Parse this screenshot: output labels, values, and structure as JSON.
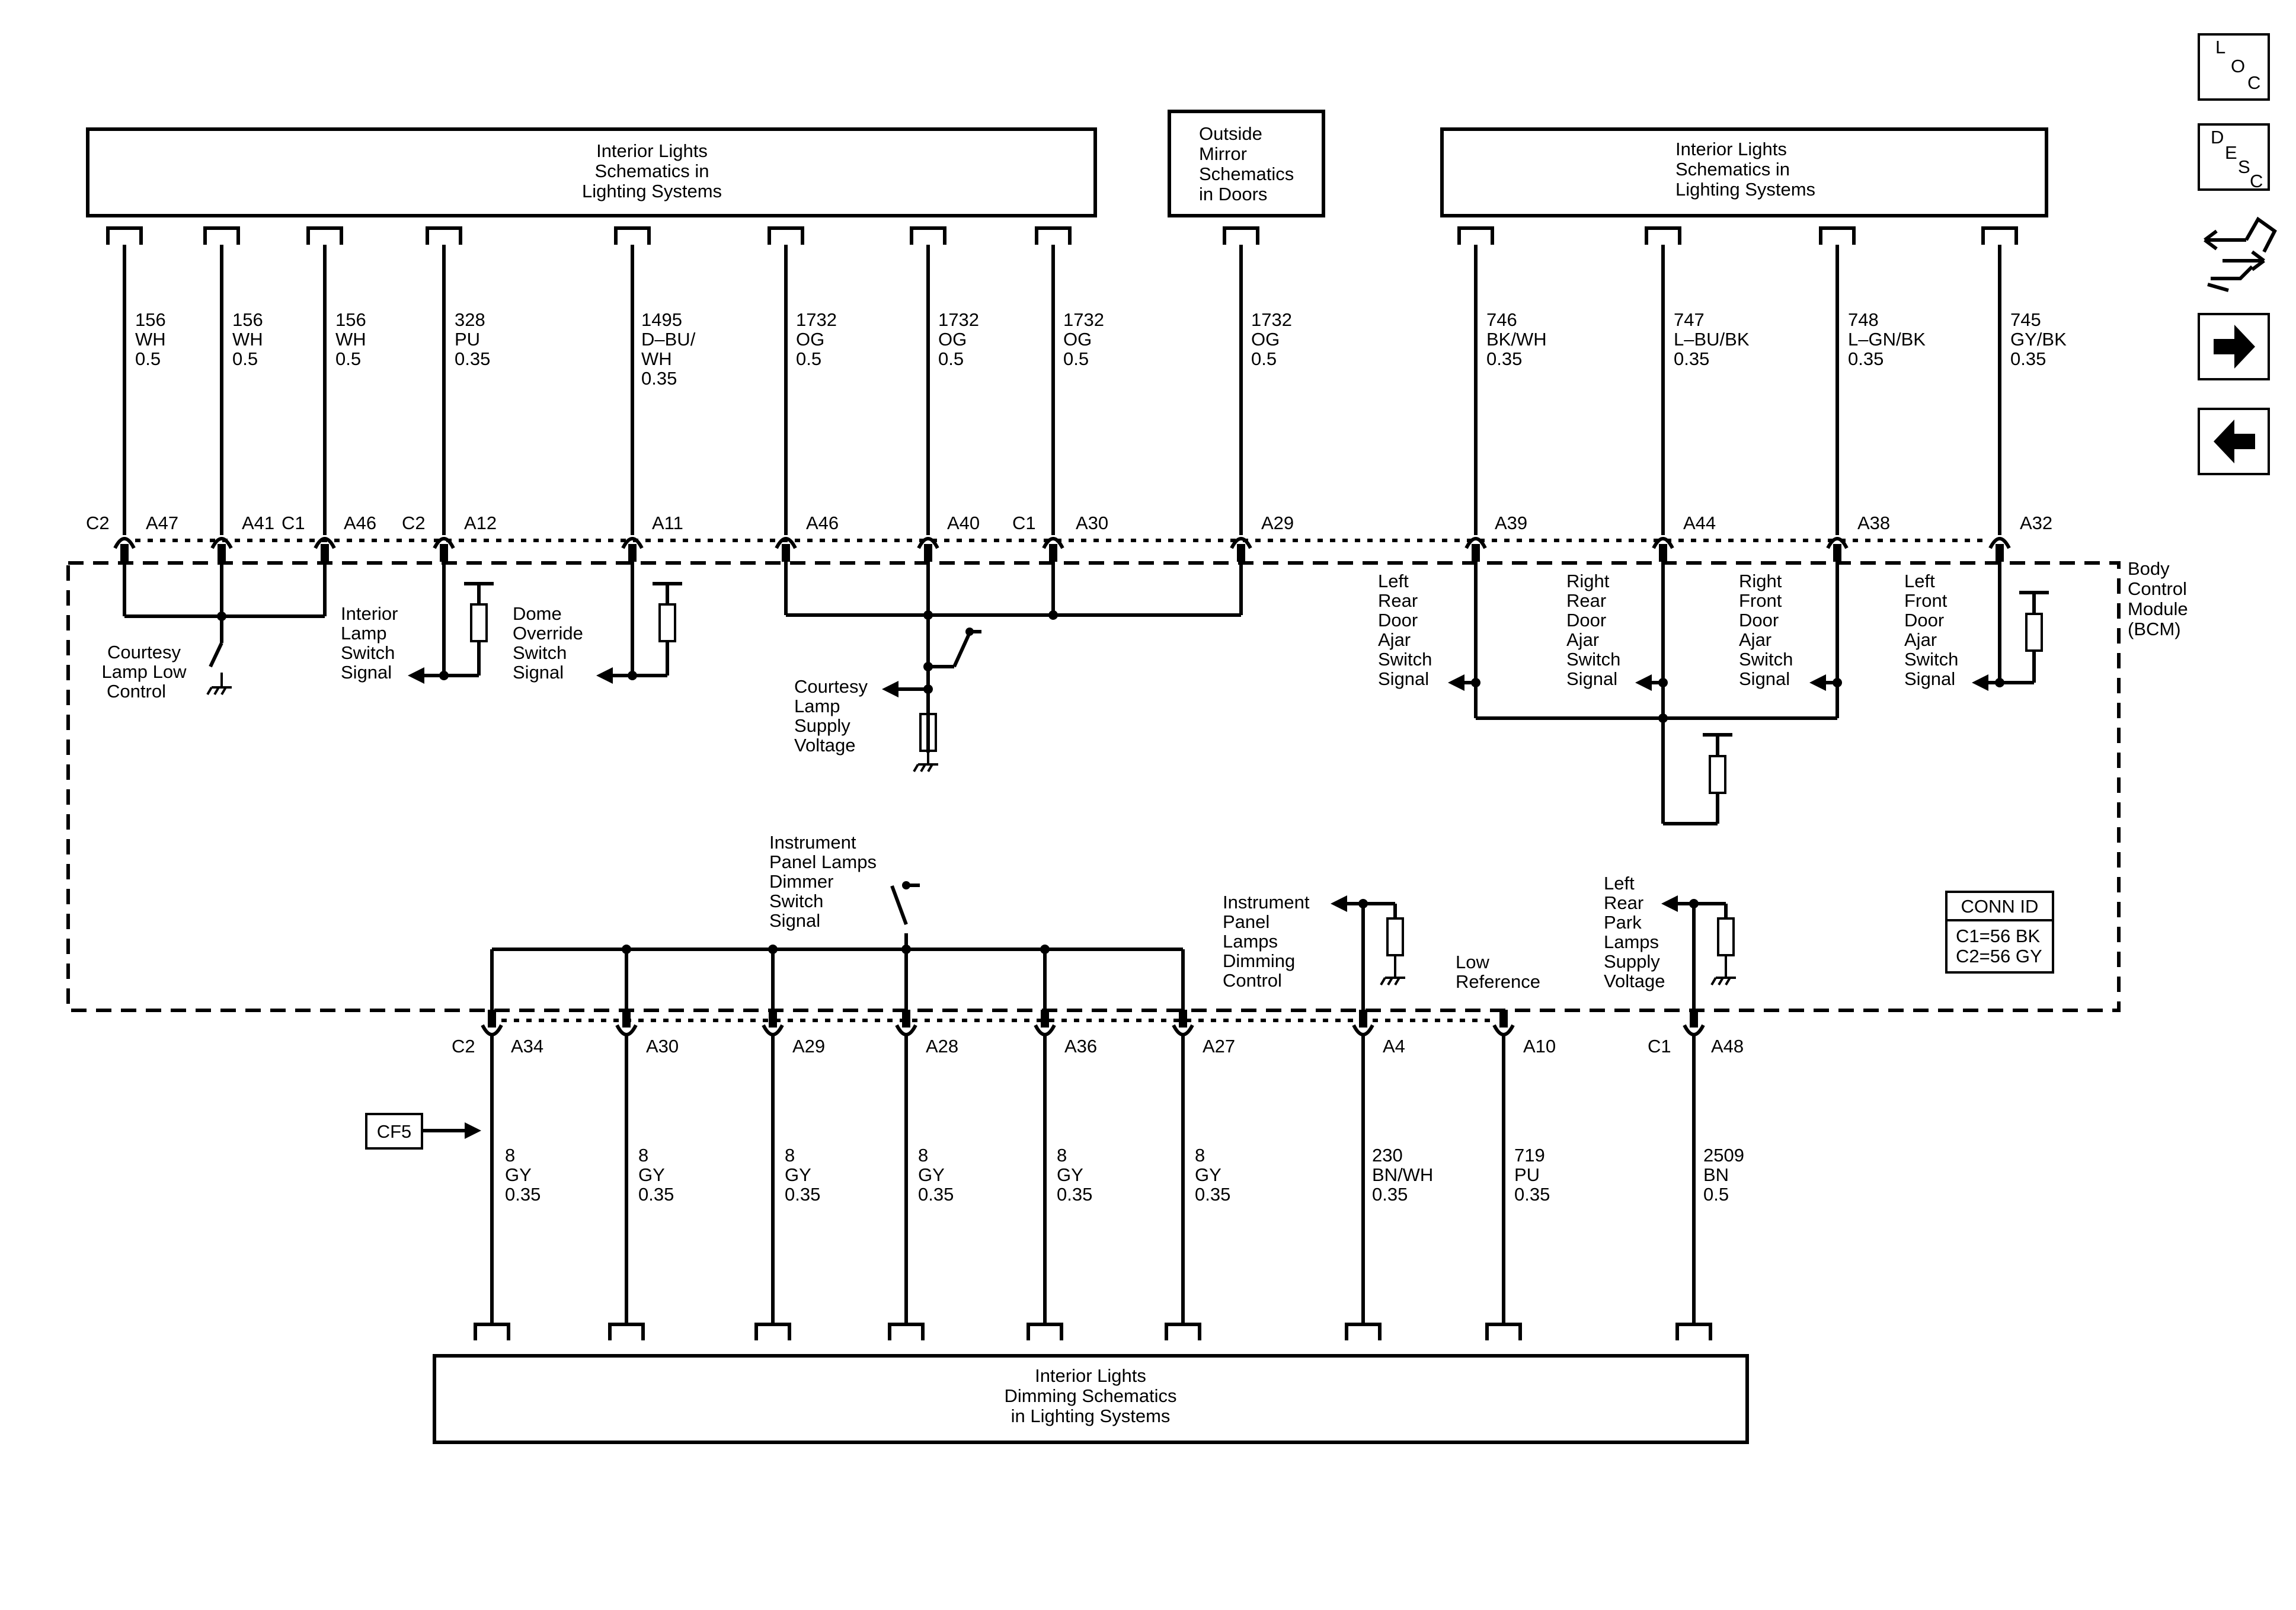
{
  "top_blocks": {
    "left": [
      "Interior Lights",
      "Schematics in",
      "Lighting Systems"
    ],
    "mirror": [
      "Outside",
      "Mirror",
      "Schematics",
      "in Doors"
    ],
    "right": [
      "Interior Lights",
      "Schematics in",
      "Lighting Systems"
    ]
  },
  "bottom_block": [
    "Interior Lights",
    "Dimming Schematics",
    "in Lighting Systems"
  ],
  "module_name": [
    "Body",
    "Control",
    "Module",
    "(BCM)"
  ],
  "conn_id": {
    "title": "CONN ID",
    "c1": "C1=56 BK",
    "c2": "C2=56 GY"
  },
  "cf5_label": "CF5",
  "nav_buttons": {
    "loc": [
      "L",
      "O",
      "C"
    ],
    "desc": [
      "D",
      "E",
      "S",
      "C"
    ],
    "forward_icon": "arrow-right-icon",
    "back_icon": "arrow-left-icon",
    "connector_icon": "harness-connector-icon"
  },
  "top_wires": [
    {
      "circuit": [
        "156",
        "WH",
        "0.5"
      ],
      "conn": "C2",
      "pin": "A47"
    },
    {
      "circuit": [
        "156",
        "WH",
        "0.5"
      ],
      "conn": "",
      "pin": "A41"
    },
    {
      "circuit": [
        "156",
        "WH",
        "0.5"
      ],
      "conn": "C1",
      "pin": "A46"
    },
    {
      "circuit": [
        "328",
        "PU",
        "0.35"
      ],
      "conn": "C2",
      "pin": "A12"
    },
    {
      "circuit": [
        "1495",
        "D–BU/",
        "WH",
        "0.35"
      ],
      "conn": "",
      "pin": "A11"
    },
    {
      "circuit": [
        "1732",
        "OG",
        "0.5"
      ],
      "conn": "",
      "pin": "A46"
    },
    {
      "circuit": [
        "1732",
        "OG",
        "0.5"
      ],
      "conn": "",
      "pin": "A40"
    },
    {
      "circuit": [
        "1732",
        "OG",
        "0.5"
      ],
      "conn": "C1",
      "pin": "A30"
    },
    {
      "circuit": [
        "1732",
        "OG",
        "0.5"
      ],
      "conn": "",
      "pin": "A29"
    },
    {
      "circuit": [
        "746",
        "BK/WH",
        "0.35"
      ],
      "conn": "",
      "pin": "A39"
    },
    {
      "circuit": [
        "747",
        "L–BU/BK",
        "0.35"
      ],
      "conn": "",
      "pin": "A44"
    },
    {
      "circuit": [
        "748",
        "L–GN/BK",
        "0.35"
      ],
      "conn": "",
      "pin": "A38"
    },
    {
      "circuit": [
        "745",
        "GY/BK",
        "0.35"
      ],
      "conn": "",
      "pin": "A32"
    }
  ],
  "bottom_wires": [
    {
      "circuit": [
        "8",
        "GY",
        "0.35"
      ],
      "conn": "C2",
      "pin": "A34"
    },
    {
      "circuit": [
        "8",
        "GY",
        "0.35"
      ],
      "conn": "",
      "pin": "A30"
    },
    {
      "circuit": [
        "8",
        "GY",
        "0.35"
      ],
      "conn": "",
      "pin": "A29"
    },
    {
      "circuit": [
        "8",
        "GY",
        "0.35"
      ],
      "conn": "",
      "pin": "A28"
    },
    {
      "circuit": [
        "8",
        "GY",
        "0.35"
      ],
      "conn": "",
      "pin": "A36"
    },
    {
      "circuit": [
        "8",
        "GY",
        "0.35"
      ],
      "conn": "",
      "pin": "A27"
    },
    {
      "circuit": [
        "230",
        "BN/WH",
        "0.35"
      ],
      "conn": "",
      "pin": "A4"
    },
    {
      "circuit": [
        "719",
        "PU",
        "0.35"
      ],
      "conn": "",
      "pin": "A10"
    },
    {
      "circuit": [
        "2509",
        "BN",
        "0.5"
      ],
      "conn": "C1",
      "pin": "A48"
    }
  ],
  "internal_labels": {
    "courtesy_low": [
      "Courtesy",
      "Lamp Low",
      "Control"
    ],
    "interior_switch": [
      "Interior",
      "Lamp",
      "Switch",
      "Signal"
    ],
    "dome_override": [
      "Dome",
      "Override",
      "Switch",
      "Signal"
    ],
    "courtesy_supply": [
      "Courtesy",
      "Lamp",
      "Supply",
      "Voltage"
    ],
    "lr_door": [
      "Left",
      "Rear",
      "Door",
      "Ajar",
      "Switch",
      "Signal"
    ],
    "rr_door": [
      "Right",
      "Rear",
      "Door",
      "Ajar",
      "Switch",
      "Signal"
    ],
    "rf_door": [
      "Right",
      "Front",
      "Door",
      "Ajar",
      "Switch",
      "Signal"
    ],
    "lf_door": [
      "Left",
      "Front",
      "Door",
      "Ajar",
      "Switch",
      "Signal"
    ],
    "ip_dimmer": [
      "Instrument",
      "Panel Lamps",
      "Dimmer",
      "Switch",
      "Signal"
    ],
    "ip_dimming_control": [
      "Instrument",
      "Panel",
      "Lamps",
      "Dimming",
      "Control"
    ],
    "low_ref": [
      "Low",
      "Reference"
    ],
    "lr_park": [
      "Left",
      "Rear",
      "Park",
      "Lamps",
      "Supply",
      "Voltage"
    ]
  }
}
